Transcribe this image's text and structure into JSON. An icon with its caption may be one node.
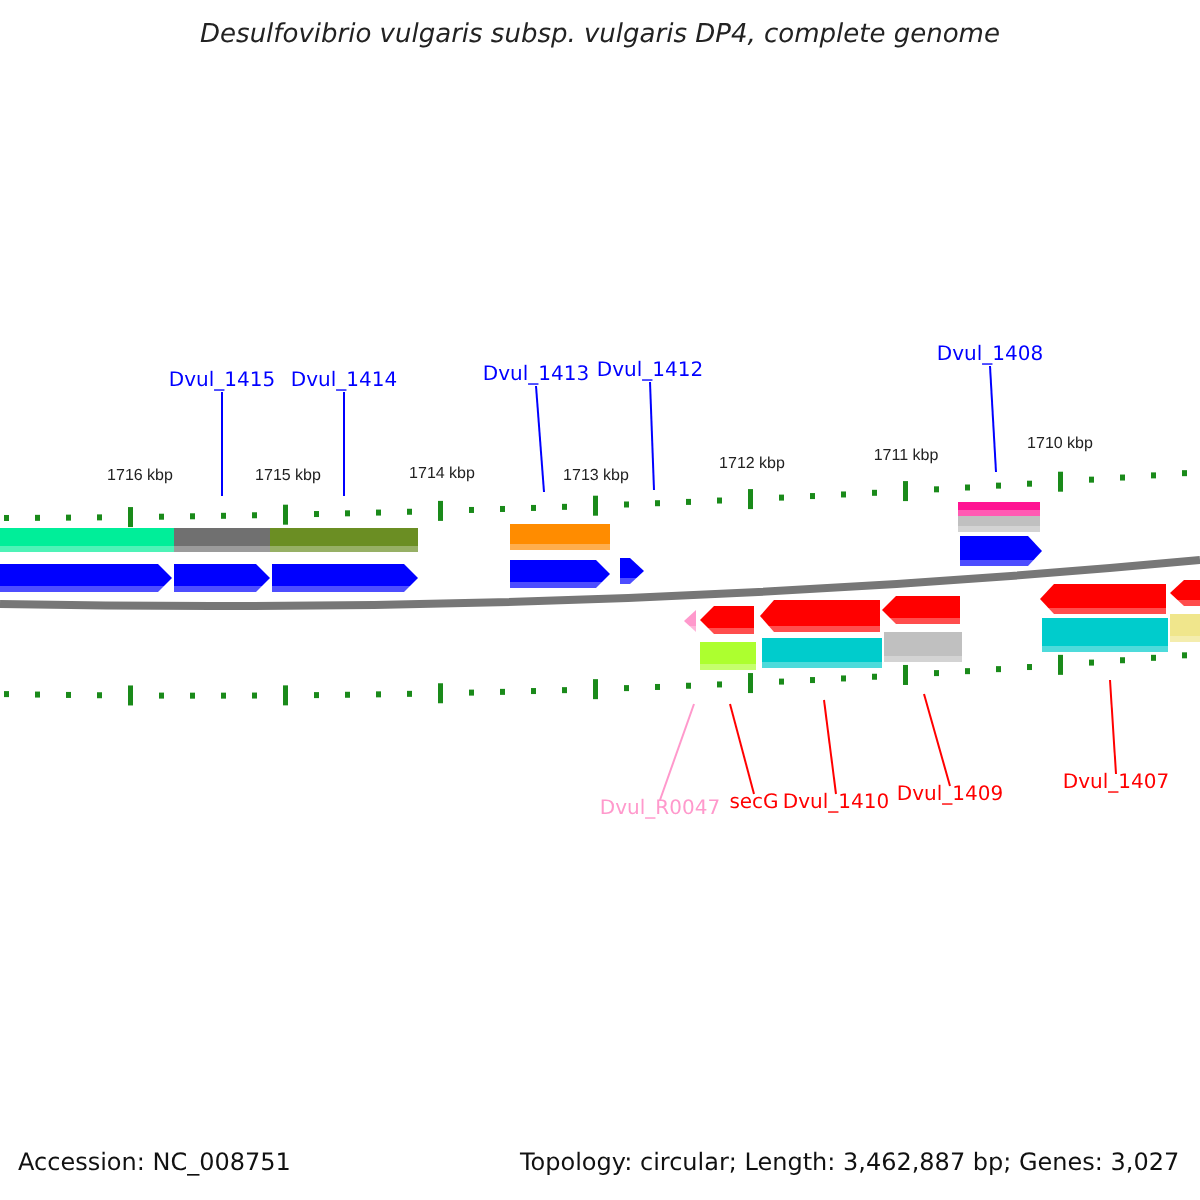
{
  "diagram": {
    "title": "Desulfovibrio vulgaris subsp. vulgaris DP4, complete genome",
    "nodes": [
      {
        "text": [
          "Dvul_1415"
        ]
      },
      {
        "text": [
          "Dvul_1414"
        ]
      },
      {
        "text": [
          "Dvul_1413"
        ]
      },
      {
        "text": [
          "Dvul_1412"
        ]
      },
      {
        "text": [
          "Dvul_1408"
        ]
      },
      {
        "text": [
          "Dvul_R0047"
        ]
      },
      {
        "text": [
          "secG"
        ]
      },
      {
        "text": [
          "Dvul_1410"
        ]
      },
      {
        "text": [
          "Dvul_1409"
        ]
      },
      {
        "text": [
          "Dvul_1407"
        ]
      }
    ],
    "edges": [
      {
        "from": 0,
        "to": null,
        "arrow": "none",
        "color": "#0000ff"
      },
      {
        "from": 1,
        "to": null,
        "arrow": "none",
        "color": "#0000ff"
      },
      {
        "from": 2,
        "to": null,
        "arrow": "none",
        "color": "#0000ff"
      },
      {
        "from": 3,
        "to": null,
        "arrow": "none",
        "color": "#0000ff"
      },
      {
        "from": 4,
        "to": null,
        "arrow": "none",
        "color": "#0000ff"
      },
      {
        "from": 5,
        "to": null,
        "arrow": "none",
        "color": "#ff99cc"
      },
      {
        "from": 6,
        "to": null,
        "arrow": "none",
        "color": "#ff0000"
      },
      {
        "from": 7,
        "to": null,
        "arrow": "none",
        "color": "#ff0000"
      },
      {
        "from": 8,
        "to": null,
        "arrow": "none",
        "color": "#ff0000"
      },
      {
        "from": 9,
        "to": null,
        "arrow": "none",
        "color": "#ff0000"
      }
    ],
    "labels": [
      "1716 kbp",
      "1715 kbp",
      "1714 kbp",
      "1713 kbp",
      "1712 kbp",
      "1711 kbp",
      "1710 kbp",
      "Accession: NC_008751",
      "Topology: circular; Length: 3,462,887 bp; Genes: 3,027"
    ]
  }
}
